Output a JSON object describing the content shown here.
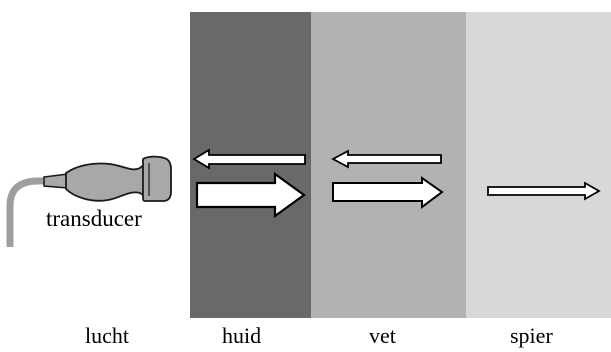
{
  "diagram": {
    "layers": [
      {
        "key": "lucht",
        "label": "lucht",
        "color": "#ffffff"
      },
      {
        "key": "huid",
        "label": "huid",
        "color": "#696969"
      },
      {
        "key": "vet",
        "label": "vet",
        "color": "#b2b2b2"
      },
      {
        "key": "spier",
        "label": "spier",
        "color": "#d8d8d8"
      }
    ],
    "transducer": {
      "label": "transducer",
      "cable_color": "#9e9e9e",
      "body_color": "#a8a8a8",
      "outline_color": "#1a1a1a"
    },
    "arrows": [
      {
        "layer": "huid",
        "direction": "left",
        "role": "reflected"
      },
      {
        "layer": "huid",
        "direction": "right",
        "role": "transmitted"
      },
      {
        "layer": "vet",
        "direction": "left",
        "role": "reflected"
      },
      {
        "layer": "vet",
        "direction": "right",
        "role": "transmitted"
      },
      {
        "layer": "spier",
        "direction": "right",
        "role": "transmitted"
      }
    ],
    "arrow_fill": "#ffffff",
    "arrow_stroke": "#000000"
  }
}
